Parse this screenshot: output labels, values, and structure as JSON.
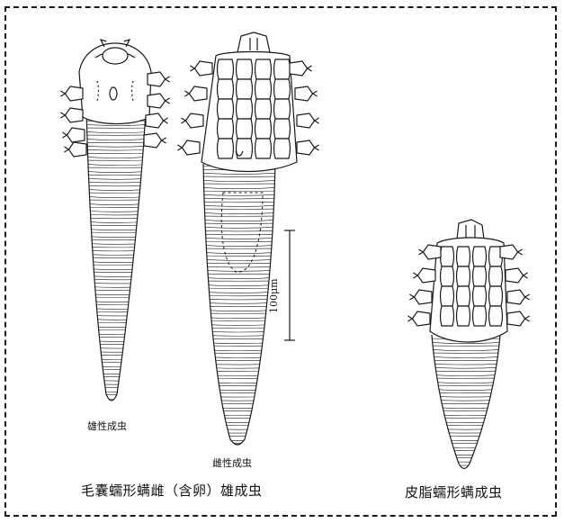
{
  "labels": {
    "male_follicle": "雄性成虫",
    "female_follicle": "雌性成虫",
    "group_follicle": "毛囊蠕形螨雌（含卵）雄成虫",
    "group_sebaceous": "皮脂蠕形螨成虫",
    "scale_bar": "100μm"
  },
  "colors": {
    "ink": "#1a1a1a",
    "background": "#ffffff"
  }
}
